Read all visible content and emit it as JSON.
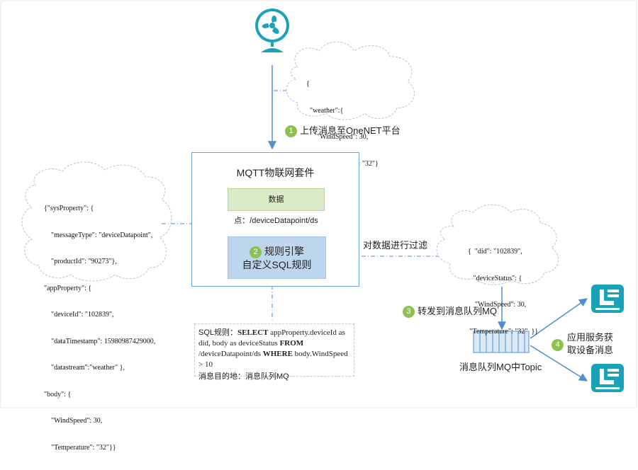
{
  "cloud_weather": {
    "lines": [
      "{",
      "  \"weather\":{",
      "      \"WindSpeed\": 30,",
      "      \"Temperature\": \"32\"}",
      "}"
    ]
  },
  "step1": {
    "num": "1",
    "label": "上传消息至OneNET平台"
  },
  "mqtt_box": {
    "title": "MQTT物联网套件",
    "datapoint": "数据点：/deviceDatapoint/ds",
    "rule_line1": "规则引擎",
    "rule_line2": "自定义SQL规则",
    "rule_num": "2"
  },
  "cloud_left": {
    "lines": [
      "{\"sysProperty\": {",
      "    \"messageType\": \"deviceDatapoint\",",
      "    \"productId\": \"90273\"},",
      "\"appProperty\": {",
      "    \"deviceId\": \"102839\",",
      "    \"dataTimestamp\": 15980987429000,",
      "    \"datastream\":\"weather\" },",
      "\"body\": {",
      "    \"WindSpeed\": 30,",
      "    \"Temperature\": \"32\"}}"
    ]
  },
  "filter_label": "对数据进行过滤",
  "cloud_right": {
    "lines": [
      "{  \"did\": \"102839\",",
      "   \"deviceStatus\": {",
      "    \"WindSpeed\": 30,",
      " \"Temperature\": \"32\"  }}"
    ]
  },
  "step3": {
    "num": "3",
    "label": "转发到消息队列MQ"
  },
  "queue_label": "消息队列MQ中Topic",
  "step4": {
    "num": "4",
    "label_line1": "应用服务获",
    "label_line2": "取设备消息"
  },
  "sql": {
    "prefix": "SQL规则：",
    "kw_select": "SELECT",
    "part1": " appProperty.deviceId as did, body as deviceStatus ",
    "kw_from": "FROM",
    "part2": " /deviceDatapoint/ds ",
    "kw_where": "WHERE",
    "part3": " body.WindSpeed > 10",
    "destination": "消息目的地：消息队列MQ"
  },
  "icons": {
    "fan": "fan-icon",
    "app_top": "app-service-icon",
    "app_bottom": "app-service-icon"
  },
  "colors": {
    "arrow": "#4f8fd0",
    "badge": "#8cc152",
    "teal": "#1aa3b8",
    "rule_fill": "#bdd6ee",
    "dp_fill": "#dcebc7"
  }
}
